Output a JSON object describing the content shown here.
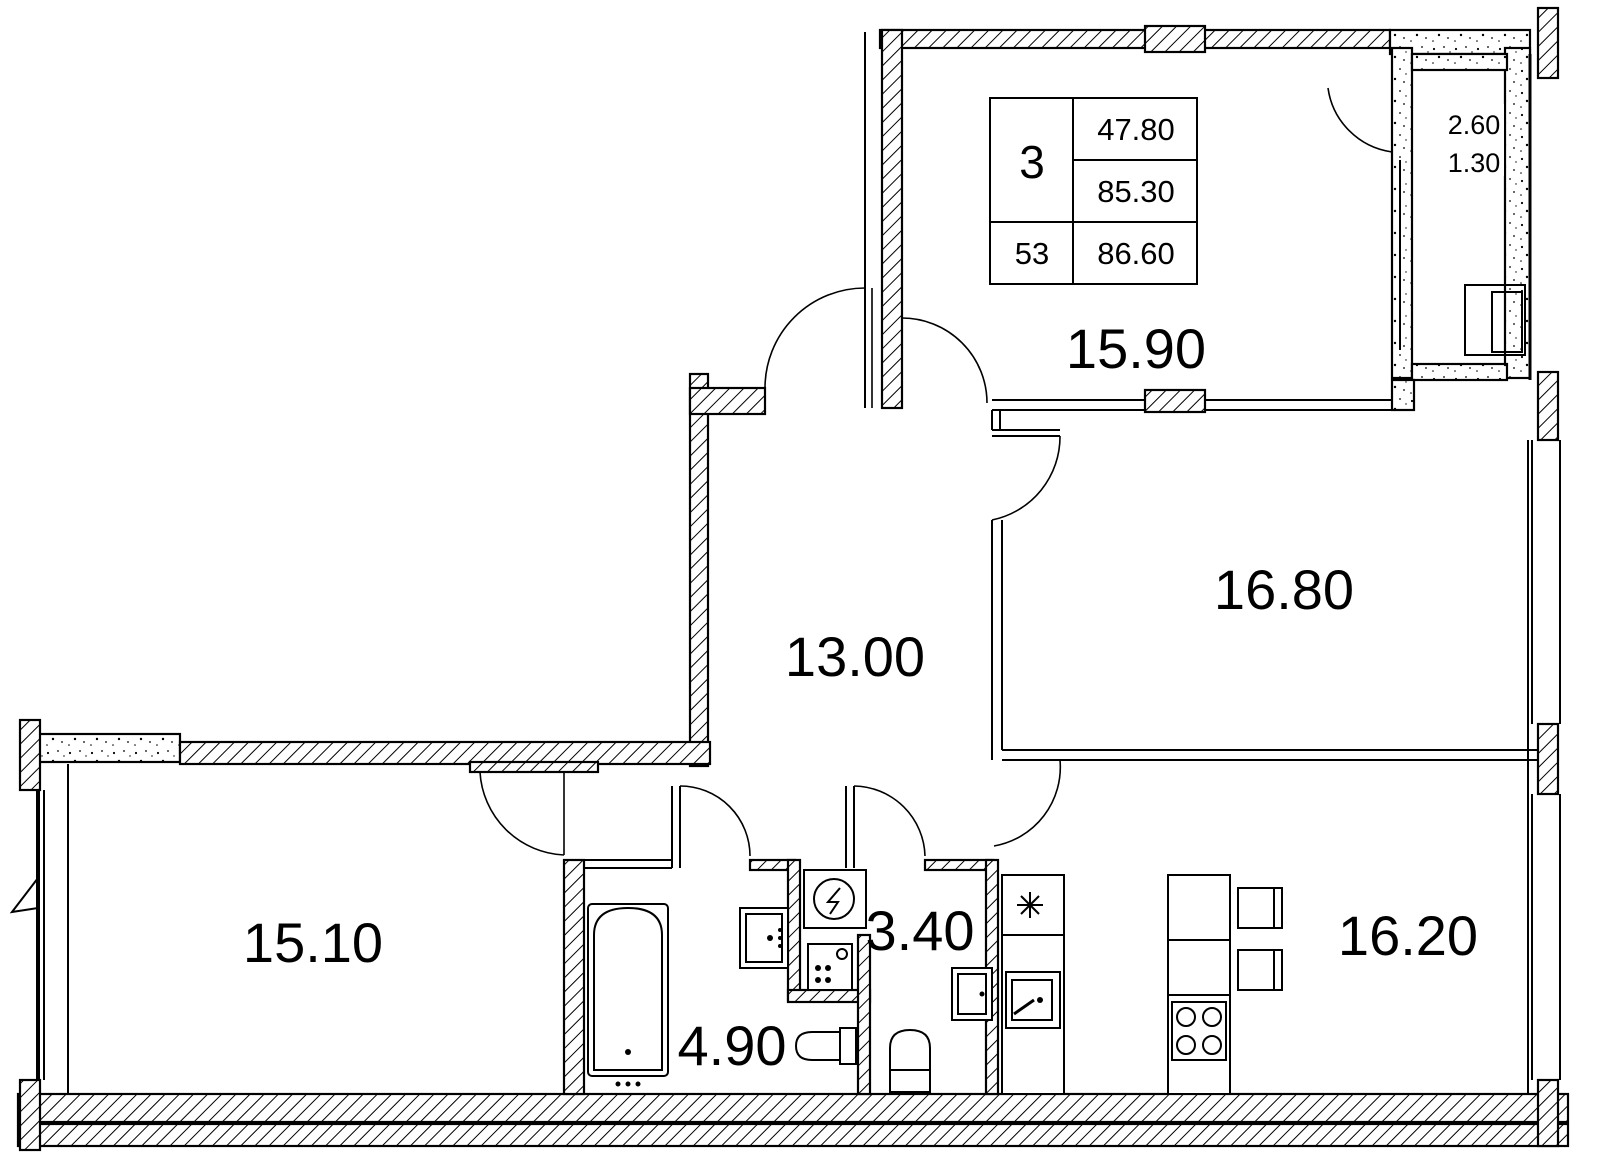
{
  "info": {
    "rooms": "3",
    "living_area": "47.80",
    "total_area": "85.30",
    "apartment_number": "53",
    "total_with_balcony": "86.60"
  },
  "balcony": {
    "area": "2.60",
    "reduced_area": "1.30"
  },
  "rooms": {
    "bedroom_north": "15.90",
    "bedroom_east": "16.80",
    "hallway": "13.00",
    "bedroom_west": "15.10",
    "bathroom": "4.90",
    "toilet": "3.40",
    "kitchen": "16.20"
  },
  "icons": {
    "fridge": "snowflake",
    "electric_panel": "lightning"
  }
}
